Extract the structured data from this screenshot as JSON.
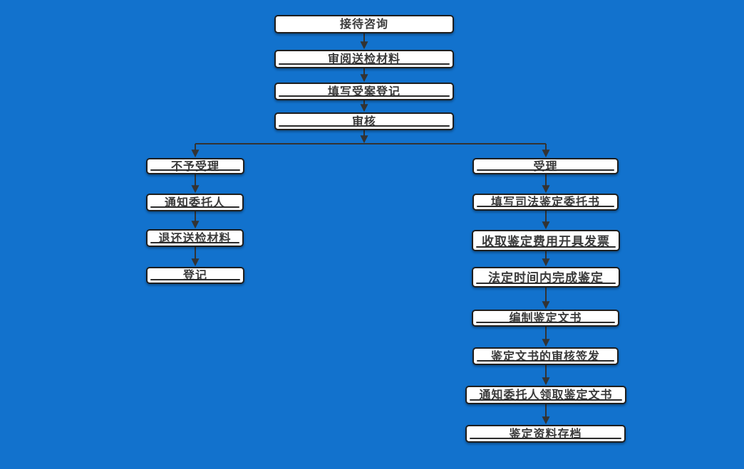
{
  "flowchart": {
    "colors": {
      "background": "#1272cd",
      "node_fill": "#ffffff",
      "node_border": "#1e1e1e",
      "connector": "#333333",
      "text": "#3a3a3a",
      "underline_rule": "#2b2b2b"
    },
    "intake_steps": [
      "接待咨询",
      "审阅送检材料",
      "填写受案登记",
      "审核"
    ],
    "reject_branch": [
      "不予受理",
      "通知委托人",
      "退还送检材料",
      "登记"
    ],
    "accept_branch": [
      "受理",
      "填写司法鉴定委托书",
      "收取鉴定费用开具发票",
      "法定时间内完成鉴定",
      "编制鉴定文书",
      "鉴定文书的审核签发",
      "通知委托人领取鉴定文书",
      "鉴定资料存档"
    ]
  }
}
